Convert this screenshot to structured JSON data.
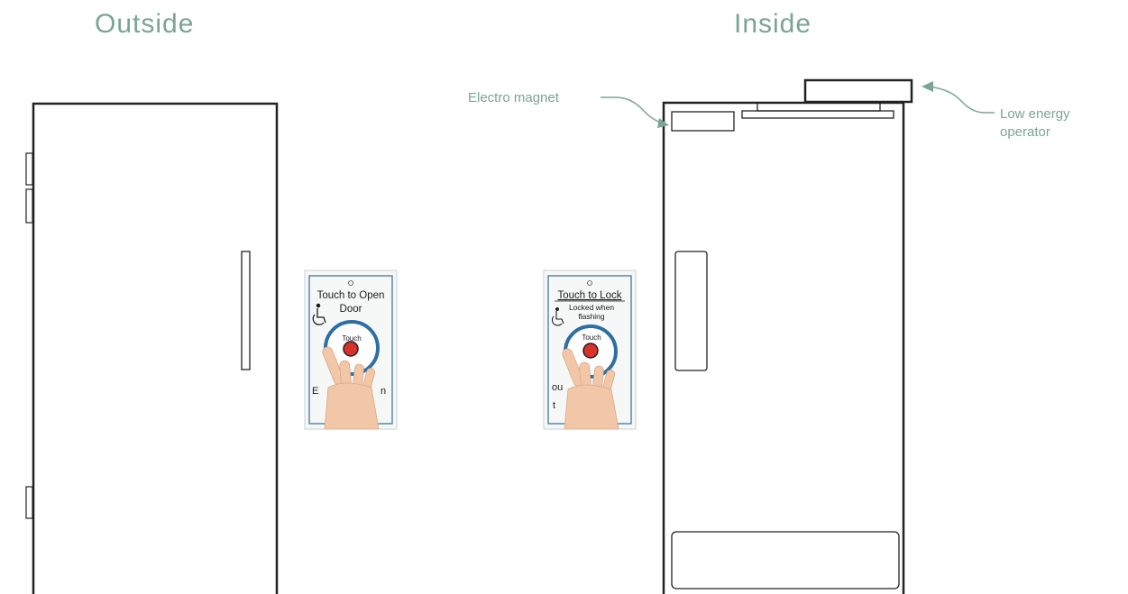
{
  "headings": {
    "outside": "Outside",
    "inside": "Inside"
  },
  "callouts": {
    "electro_magnet": "Electro magnet",
    "operator_line1": "Low energy",
    "operator_line2": "operator"
  },
  "outside_panel": {
    "title_line1": "Touch to Open",
    "title_line2": "Door",
    "button_label": "Touch",
    "bottom_fragment": "E",
    "bottom_fragment2": "n"
  },
  "inside_panel": {
    "title": "Touch to Lock",
    "subtitle_line1": "Locked when",
    "subtitle_line2": "flashing",
    "button_label": "Touch",
    "bottom_fragment": "t",
    "bottom_fragment2": "ou"
  },
  "colors": {
    "accent": "#7aa596",
    "line": "#222222",
    "button_ring": "#2d6fa5",
    "button_red": "#d8322d",
    "skin": "#f1c7a8"
  }
}
